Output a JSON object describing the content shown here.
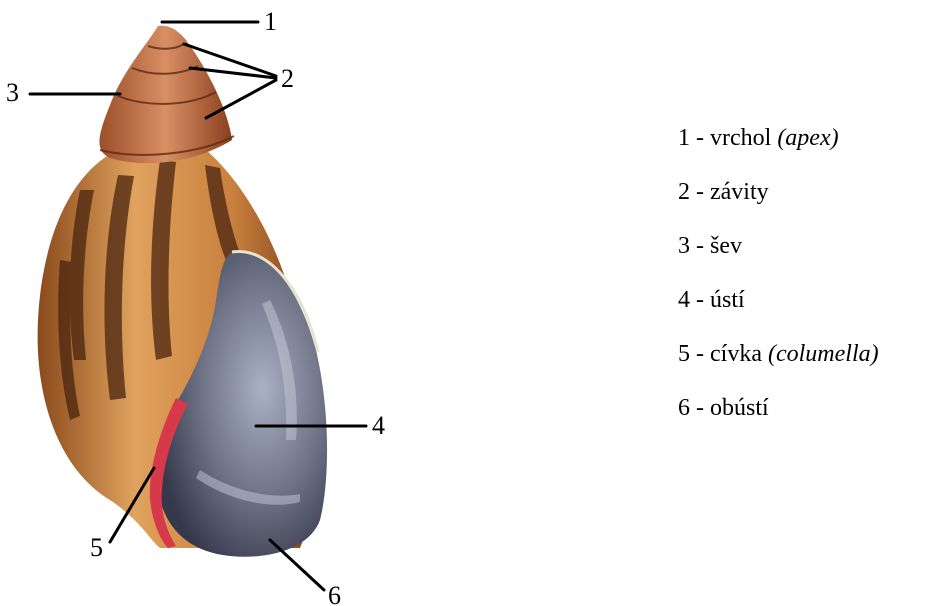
{
  "diagram": {
    "callout_numbers": [
      "1",
      "2",
      "3",
      "4",
      "5",
      "6"
    ]
  },
  "legend": [
    {
      "num": "1",
      "term": "vrchol",
      "latin": "(apex)"
    },
    {
      "num": "2",
      "term": "závity",
      "latin": ""
    },
    {
      "num": "3",
      "term": "šev",
      "latin": ""
    },
    {
      "num": "4",
      "term": "ústí",
      "latin": ""
    },
    {
      "num": "5",
      "term": "cívka",
      "latin": "(columella)"
    },
    {
      "num": "6",
      "term": "obústí",
      "latin": ""
    }
  ],
  "legend_separator": " - ",
  "colors": {
    "shell_light": "#e0a25e",
    "shell_mid": "#b8642e",
    "shell_dark": "#4a2410",
    "aperture": "#5d6172",
    "aperture_highlight": "#aab1c4",
    "columella": "#d63a4a",
    "line": "#000000"
  }
}
